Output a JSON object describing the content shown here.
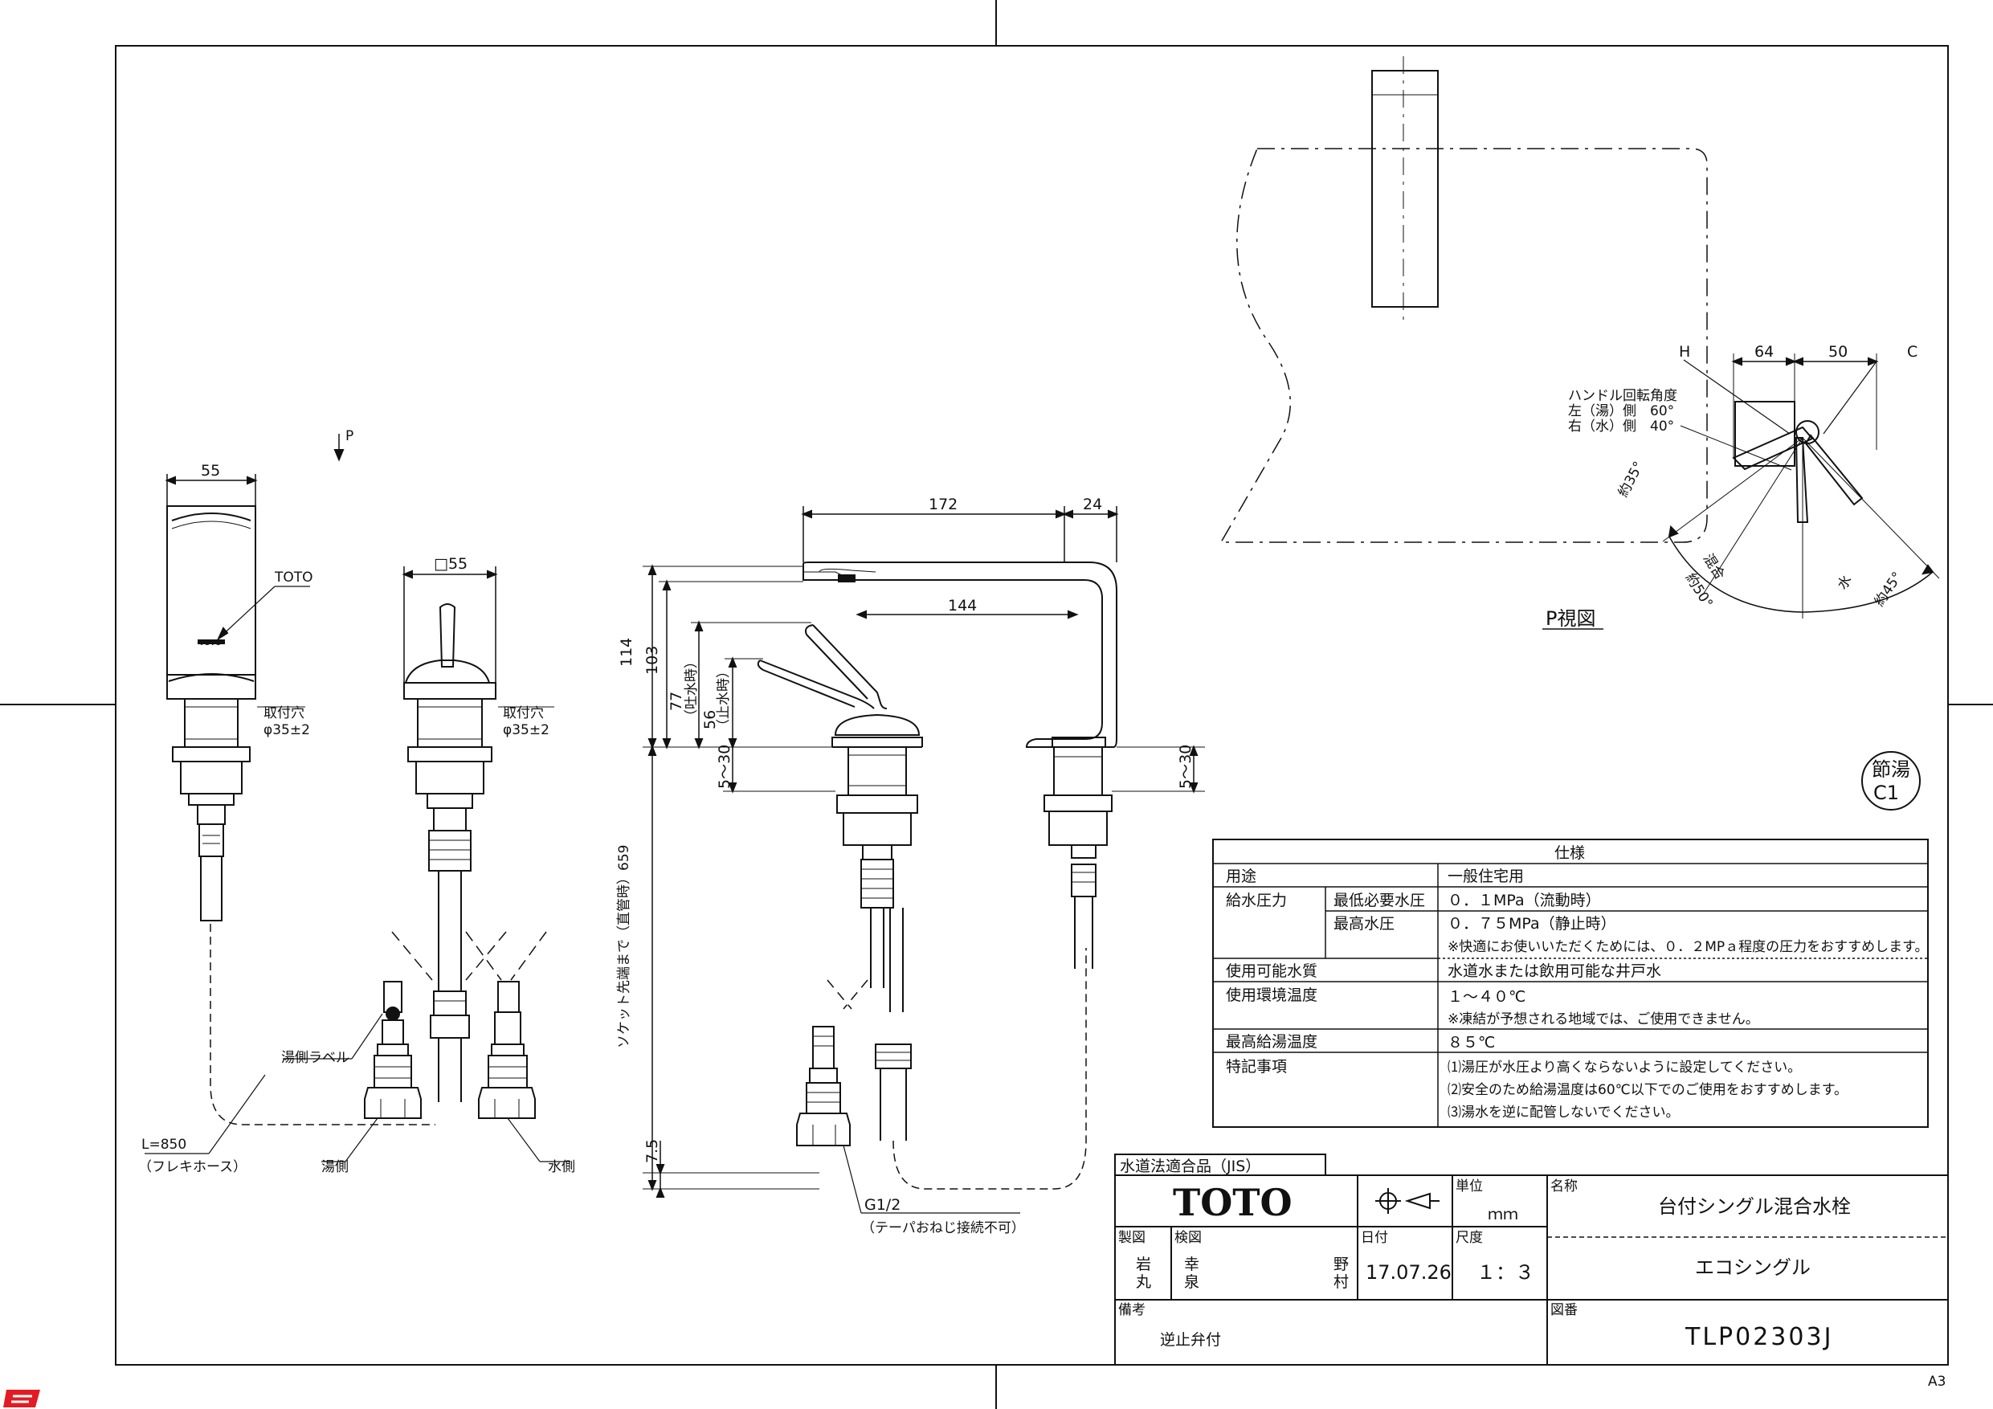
{
  "sheet": {
    "size": "A3"
  },
  "front_view": {
    "width_dim": "55",
    "logo_label": "TOTO",
    "mount_hole": "取付穴",
    "mount_hole_dia": "φ35±2"
  },
  "side_view": {
    "square_dim": "□55",
    "mount_hole": "取付穴",
    "mount_hole_dia": "φ35±2",
    "hot_label_tag": "湯側ラベル",
    "hot_side": "湯側",
    "cold_side": "水側",
    "hose_length": "L=850",
    "hose_note": "（フレキホース）",
    "view_arrow": "P"
  },
  "elevation": {
    "dim_172": "172",
    "dim_24": "24",
    "dim_144": "144",
    "dim_114": "114",
    "dim_103": "103",
    "dim_77": "77",
    "dim_77_note": "（吐水時）",
    "dim_56": "56",
    "dim_56_note": "（止水時）",
    "dim_5_30_left": "5～30",
    "dim_5_30_right": "5～30",
    "dim_659": "ソケット先端まで（直管時）659",
    "dim_7_5": "7.5",
    "thread": "G1/2",
    "thread_note": "（テーパおねじ接続不可）"
  },
  "p_view": {
    "label": "P視図",
    "dim_64": "64",
    "dim_50": "50",
    "h_label": "H",
    "c_label": "C",
    "handle_title": "ハンドル回転角度",
    "handle_left": "左（湯）側　60°",
    "handle_right": "右（水）側　40°",
    "angle_35": "約35°",
    "angle_mix": "混合",
    "angle_50": "約50°",
    "angle_water": "水",
    "angle_45": "約45°"
  },
  "badge": {
    "line1": "節湯",
    "line2": "C1"
  },
  "spec_table": {
    "title": "仕様",
    "rows": [
      {
        "label": "用途",
        "sub": "",
        "value": "一般住宅用"
      },
      {
        "label": "給水圧力",
        "sub": "最低必要水圧",
        "value": "０．１MPa（流動時）"
      },
      {
        "label": "",
        "sub": "最高水圧",
        "value": "０．７５MPa（静止時）"
      },
      {
        "label": "",
        "sub": "",
        "value": "※快適にお使いいただくためには、０．２MPａ程度の圧力をおすすめします。"
      },
      {
        "label": "使用可能水質",
        "sub": "",
        "value": "水道水または飲用可能な井戸水"
      },
      {
        "label": "使用環境温度",
        "sub": "",
        "value": "１～４０℃"
      },
      {
        "label": "",
        "sub": "",
        "value": "※凍結が予想される地域では、ご使用できません。"
      },
      {
        "label": "最高給湯温度",
        "sub": "",
        "value": "８５℃"
      },
      {
        "label": "特記事項",
        "sub": "",
        "value": "⑴湯圧が水圧より高くならないように設定してください。"
      },
      {
        "label": "",
        "sub": "",
        "value": "⑵安全のため給湯温度は60℃以下でのご使用をおすすめします。"
      },
      {
        "label": "",
        "sub": "",
        "value": "⑶湯水を逆に配管しないでください。"
      }
    ]
  },
  "title_block": {
    "jis": "水道法適合品（JIS）",
    "logo": "TOTO",
    "unit_label": "単位",
    "unit": "ｍｍ",
    "name_label": "名称",
    "name": "台付シングル混合水栓",
    "series": "エコシングル",
    "drawn_label": "製図",
    "drawn_1": "岩",
    "drawn_2": "丸",
    "checked_label": "検図",
    "checked_1": "幸",
    "checked_2": "泉",
    "checked_3": "野",
    "checked_4": "村",
    "date_label": "日付",
    "date": "17.07.26",
    "scale_label": "尺度",
    "scale": "１：３",
    "remarks_label": "備考",
    "remarks": "逆止弁付",
    "drawing_no_label": "図番",
    "drawing_no": "TLP02303J"
  }
}
